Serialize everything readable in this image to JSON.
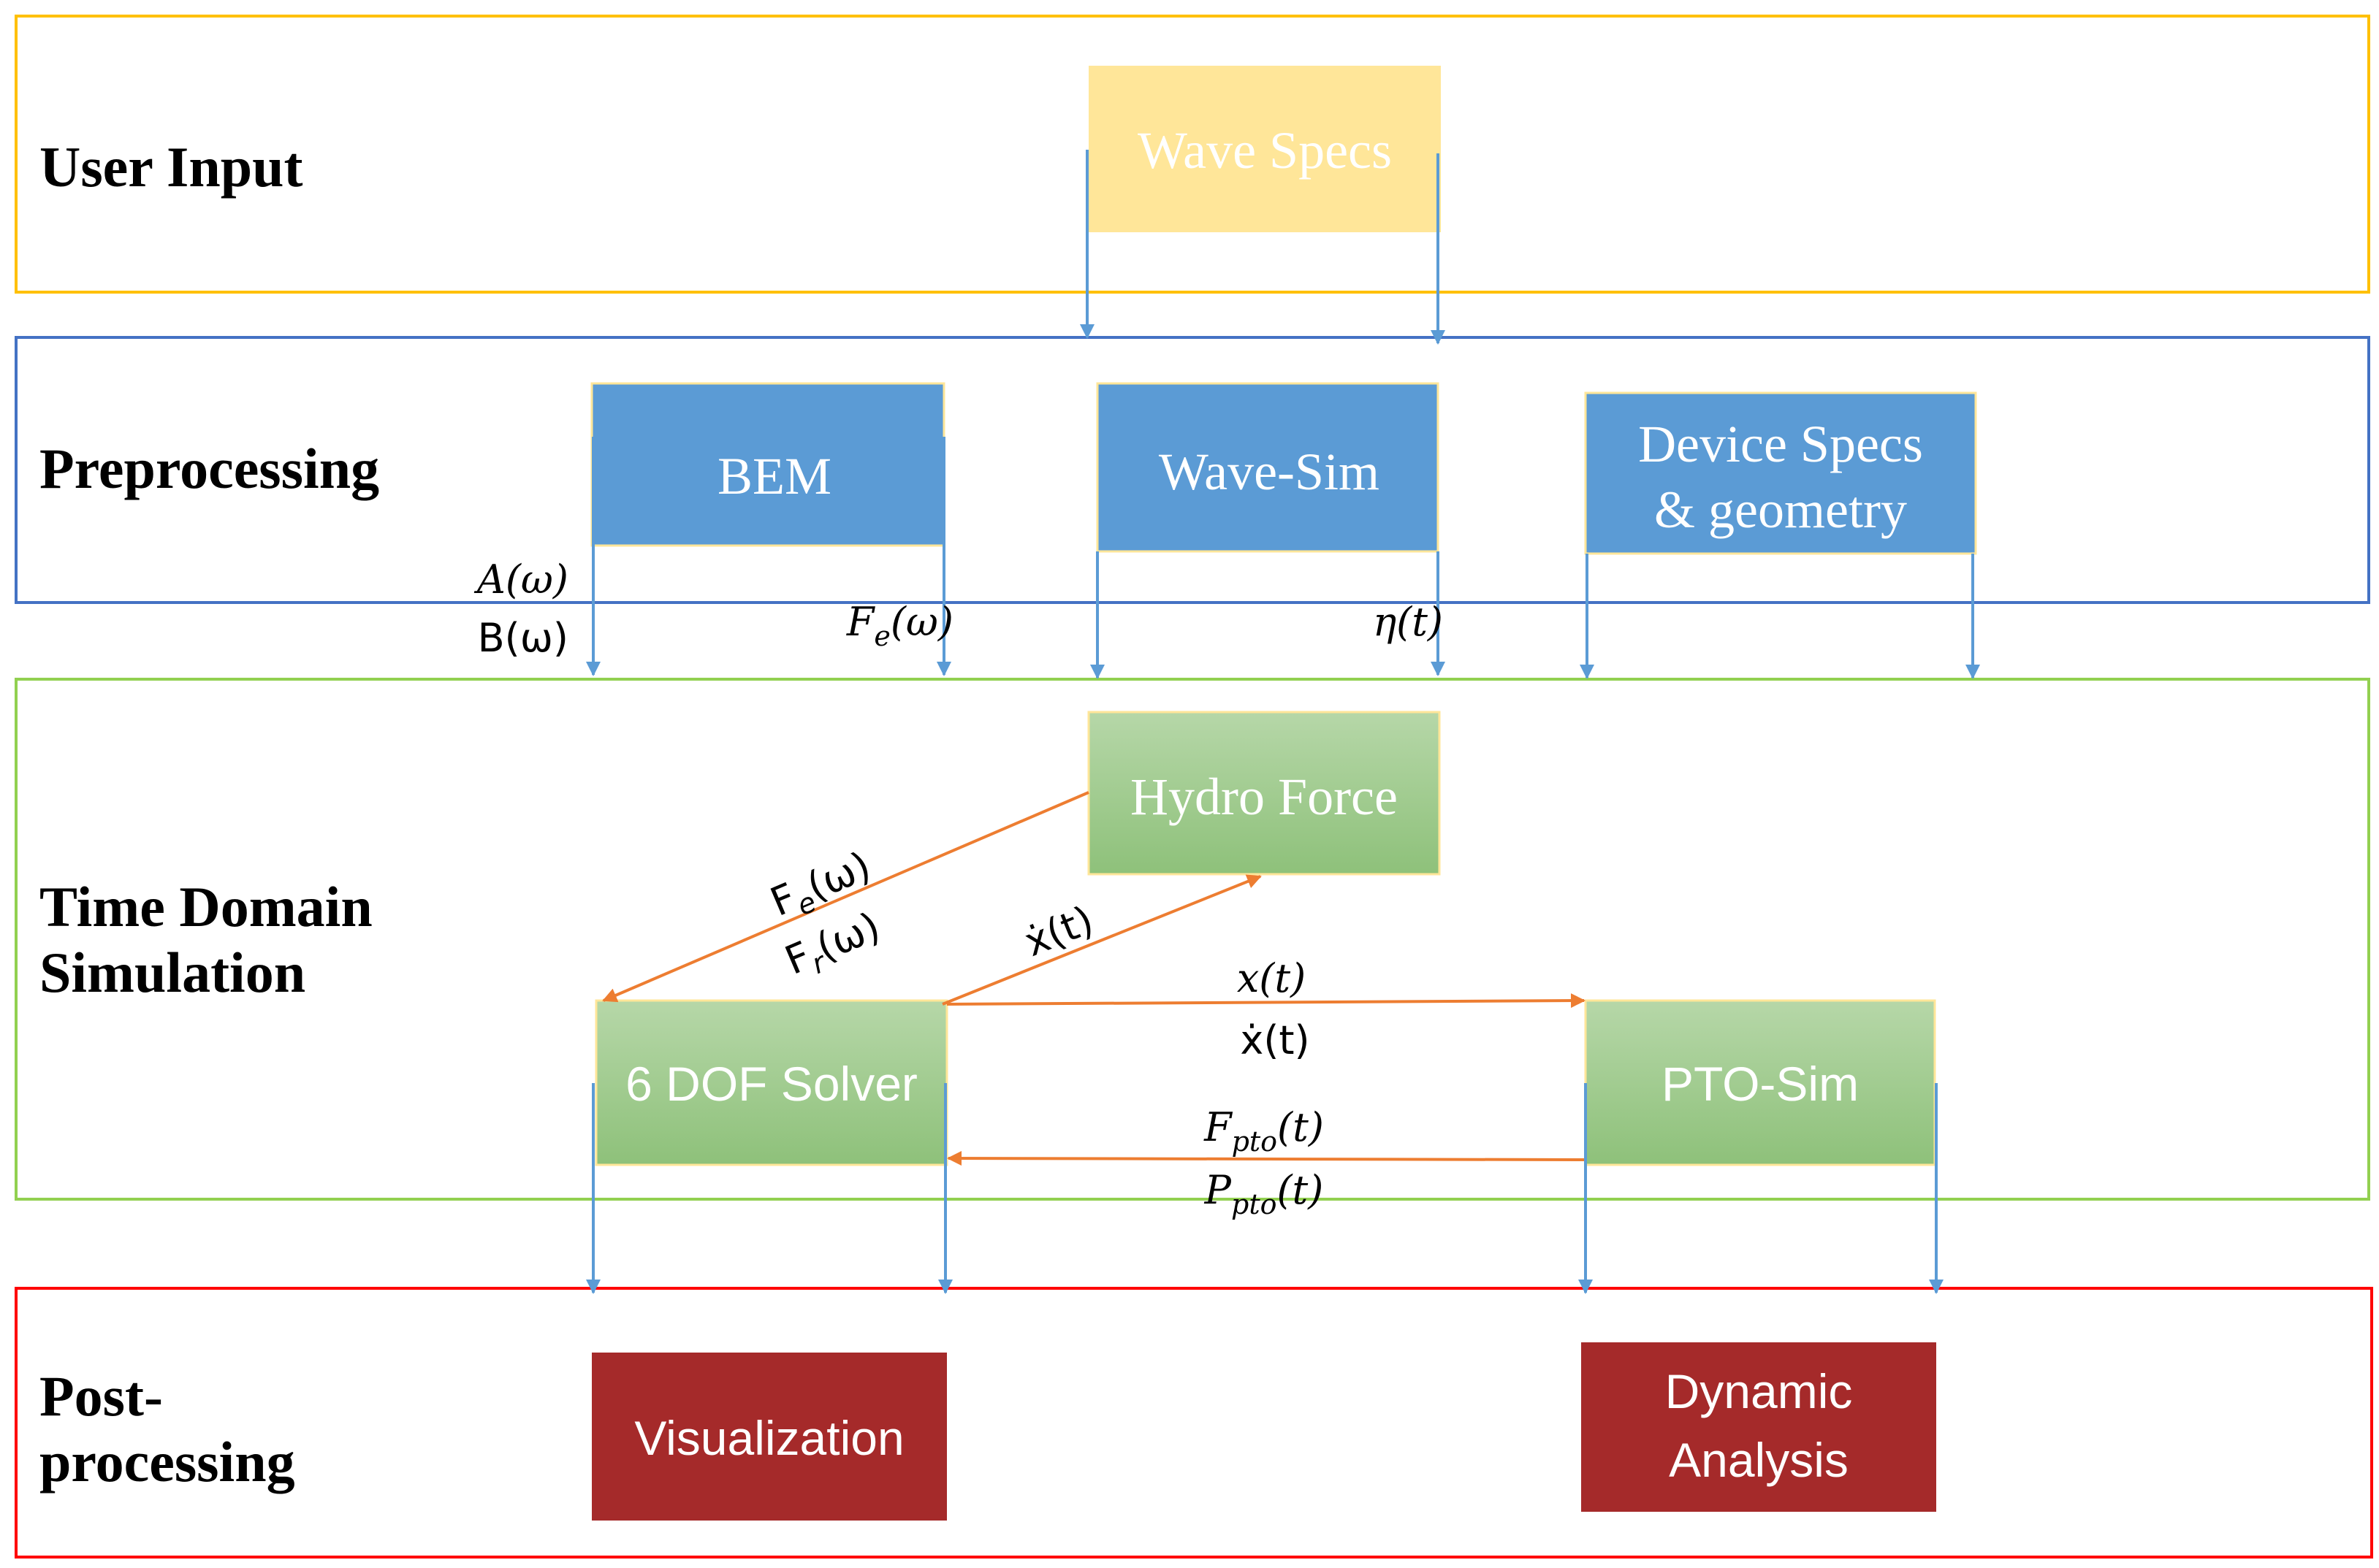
{
  "lanes": {
    "user_input": "User Input",
    "preprocessing": "Preprocessing",
    "time_domain_line1": "Time Domain",
    "time_domain_line2": "Simulation",
    "post_line1": "Post-",
    "post_line2": "processing"
  },
  "boxes": {
    "wave_specs": "Wave Specs",
    "bem": "BEM",
    "wave_sim": "Wave-Sim",
    "device_specs_line1": "Device Specs",
    "device_specs_line2": "& geometry",
    "hydro_force": "Hydro Force",
    "dof_solver": "6 DOF Solver",
    "pto_sim": "PTO-Sim",
    "visualization": "Visualization",
    "dynamic_line1": "Dynamic",
    "dynamic_line2": "Analysis"
  },
  "labels": {
    "a_omega": "A(ω)",
    "b_omega": "B(ω)",
    "fe_omega_main": "F",
    "fe_omega_sub": "e",
    "fe_omega_arg": "(ω)",
    "eta_t": "η(t)",
    "hf_fe_main": "F",
    "hf_fe_sub": "e",
    "hf_fe_arg": "(ω)",
    "hf_fr_main": "F",
    "hf_fr_sub": "r",
    "hf_fr_arg": "(ω)",
    "xdot_up": "ẋ(t)",
    "x_t": "x(t)",
    "xdot_mid": "ẋ(t)",
    "fpto_main": "F",
    "fpto_sub": "pto",
    "fpto_arg": "(t)",
    "ppto_main": "P",
    "ppto_sub": "pto",
    "ppto_arg": "(t)"
  },
  "colors": {
    "lane_user": "#FFC000",
    "lane_pre": "#4472C4",
    "lane_time": "#92D050",
    "lane_post": "#FF0000",
    "blue_box": "#5B9BD5",
    "yellow_box": "#FFE699",
    "red_box": "#A52A2A",
    "arrow_blue": "#5B9BD5",
    "arrow_orange": "#ED7D31"
  }
}
